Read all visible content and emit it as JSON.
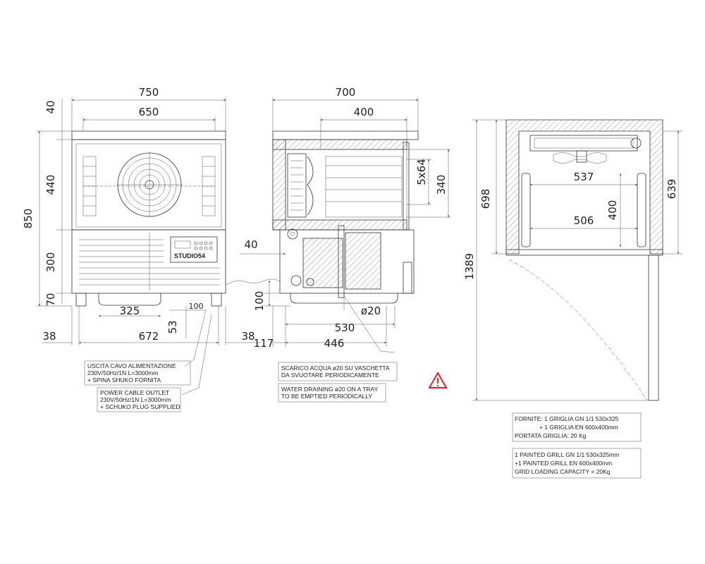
{
  "front": {
    "dims": {
      "w750": "750",
      "w650": "650",
      "h40": "40",
      "h440": "440",
      "h850": "850",
      "h300": "300",
      "h70": "70",
      "w325": "325",
      "w100": "100",
      "h53": "53",
      "w38l": "38",
      "w672": "672",
      "w38r": "38"
    },
    "brand": "STUDIO54"
  },
  "side": {
    "dims": {
      "w700": "700",
      "w400": "400",
      "h5x64": "5x64",
      "h340": "340",
      "w40": "40",
      "h100": "100",
      "d20": "ø20",
      "w530": "530",
      "w117": "117",
      "w446": "446"
    }
  },
  "top": {
    "dims": {
      "h698": "698",
      "h639": "639",
      "w537": "537",
      "h400": "400",
      "w506": "506",
      "h1389": "1389"
    }
  },
  "notes": {
    "power_it": [
      "USCITA CAVO ALIMENTAZIONE",
      "230V/50Hz/1N L=3000mm",
      "+ SPINA SHUKO FORNITA"
    ],
    "power_en": [
      "POWER CABLE OUTLET",
      "230V/50Hz/1N L=3000mm",
      "+ SCHUKO PLUG SUPPLIED"
    ],
    "water_it": [
      "SCARICO ACQUA ø20 SU VASCHETTA",
      "DA SVUOTARE PERIODICAMENTE"
    ],
    "water_en": [
      "WATER DRAINING ø20 ON A TRAY",
      "TO BE EMPTIED PERIODICALLY"
    ],
    "grill_it": [
      "FORNITE: 1 GRIGLIA GN 1/1 530x325",
      "+ 1 GRIGLIA EN 600x400mm",
      "PORTATA GRIGLIA: 20 Kg"
    ],
    "grill_en": [
      "1  PAINTED GRILL GN 1/1  530x325mm",
      "+1 PAINTED GRILL EN 600x400mm",
      "GRID LOADING CAPACITY = 20Kg"
    ]
  },
  "icons": {
    "warning": "warning-triangle-icon",
    "fan": "fan-icon"
  },
  "colors": {
    "warning": "#e0202a",
    "line": "#333333"
  }
}
